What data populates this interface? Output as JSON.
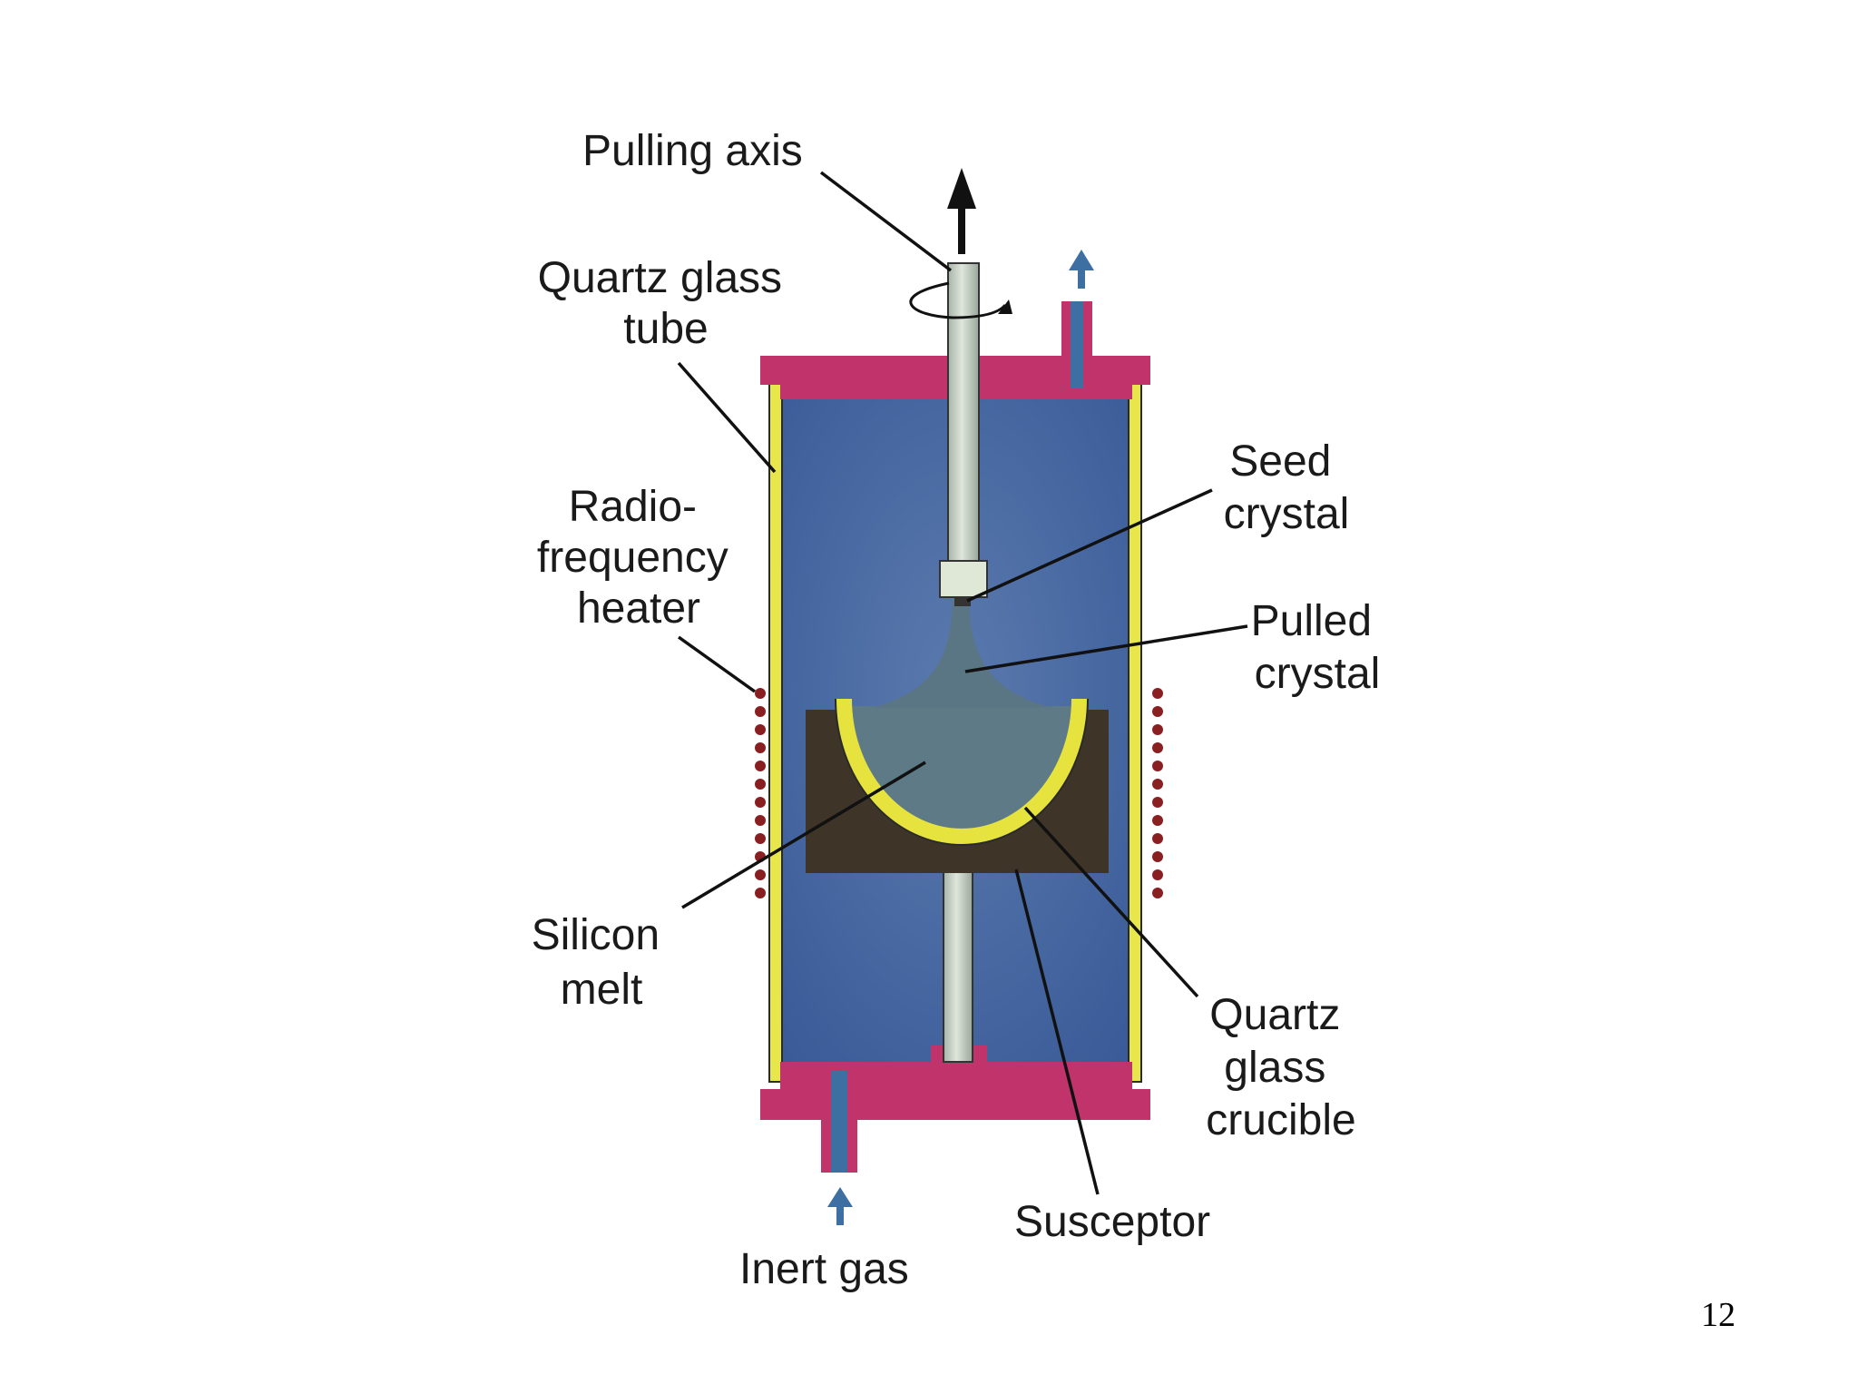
{
  "diagram": {
    "labels": {
      "pulling_axis": "Pulling axis",
      "quartz_glass_tube": [
        "Quartz glass",
        "tube"
      ],
      "rf_heater": [
        "Radio-",
        "frequency",
        "heater"
      ],
      "silicon_melt": [
        "Silicon",
        "melt"
      ],
      "seed_crystal": [
        "Seed",
        "crystal"
      ],
      "pulled_crystal": [
        "Pulled",
        "crystal"
      ],
      "quartz_glass_crucible": [
        "Quartz",
        "glass",
        "crucible"
      ],
      "susceptor": "Susceptor",
      "inert_gas": "Inert gas"
    },
    "colors": {
      "chamber": "#3d5e9c",
      "flange": "#c0336b",
      "tube_wall": "#e7e64a",
      "susceptor": "#3e3528",
      "crucible": "#e6e33f",
      "melt": "#5d7a86",
      "rod": "#c4d0c4",
      "heater_coil": "#8a1f22",
      "gas_arrow": "#3d6fa3"
    }
  },
  "page": {
    "number": "12"
  }
}
